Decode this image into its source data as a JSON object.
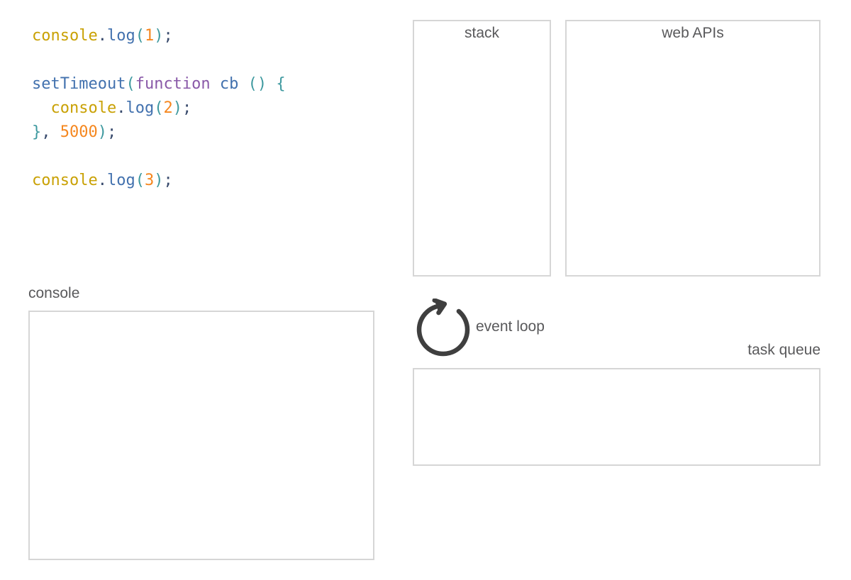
{
  "colors": {
    "background": "#ffffff",
    "panel_border": "#d6d6d6",
    "label_text": "#59595b",
    "icon": "#3f3f3f",
    "code": {
      "gold": "#c9a105",
      "blue": "#4271ae",
      "teal": "#3e999f",
      "navy": "#394b6d",
      "orange": "#f5871f",
      "purple": "#8959a8"
    }
  },
  "code": {
    "lines": [
      {
        "tokens": [
          [
            "console",
            "gold"
          ],
          [
            ".",
            "navy"
          ],
          [
            "log",
            "blue"
          ],
          [
            "(",
            "teal"
          ],
          [
            "1",
            "orange"
          ],
          [
            ")",
            "teal"
          ],
          [
            ";",
            "navy"
          ]
        ]
      },
      {
        "tokens": []
      },
      {
        "tokens": [
          [
            "setTimeout",
            "blue"
          ],
          [
            "(",
            "teal"
          ],
          [
            "function",
            "purple"
          ],
          [
            " cb ",
            "blue"
          ],
          [
            "() {",
            "teal"
          ]
        ]
      },
      {
        "tokens": [
          [
            "  console",
            "gold"
          ],
          [
            ".",
            "navy"
          ],
          [
            "log",
            "blue"
          ],
          [
            "(",
            "teal"
          ],
          [
            "2",
            "orange"
          ],
          [
            ")",
            "teal"
          ],
          [
            ";",
            "navy"
          ]
        ]
      },
      {
        "tokens": [
          [
            "}",
            "teal"
          ],
          [
            ",",
            "navy"
          ],
          [
            " 5000",
            "orange"
          ],
          [
            ")",
            "teal"
          ],
          [
            ";",
            "navy"
          ]
        ]
      },
      {
        "tokens": []
      },
      {
        "tokens": [
          [
            "console",
            "gold"
          ],
          [
            ".",
            "navy"
          ],
          [
            "log",
            "blue"
          ],
          [
            "(",
            "teal"
          ],
          [
            "3",
            "orange"
          ],
          [
            ")",
            "teal"
          ],
          [
            ";",
            "navy"
          ]
        ]
      }
    ]
  },
  "panels": {
    "stack": {
      "label": "stack"
    },
    "web_apis": {
      "label": "web APIs"
    },
    "task_queue": {
      "label": "task queue"
    },
    "console": {
      "label": "console"
    }
  },
  "event_loop": {
    "label": "event loop"
  }
}
